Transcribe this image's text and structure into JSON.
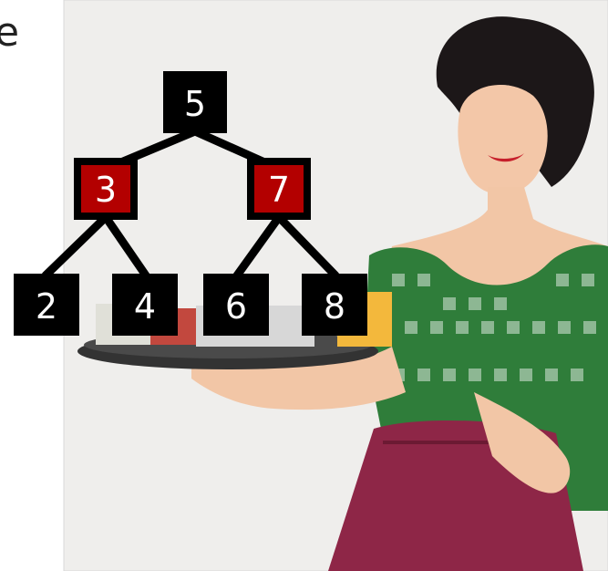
{
  "slide": {
    "cropped_title_fragment": "e"
  },
  "tree": {
    "root": "5",
    "left": "3",
    "right": "7",
    "left_left": "2",
    "left_right": "4",
    "right_left": "6",
    "right_right": "8"
  },
  "colors": {
    "black_node": "#000000",
    "red_node": "#b30000",
    "edge": "#000000",
    "dress_green": "#2f7d3a",
    "apron": "#8e2647",
    "skin": "#f2c6a6",
    "hair": "#1c1718",
    "tray": "#333333"
  },
  "illustration": {
    "description_icon": "vintage-waitress-illustration"
  }
}
